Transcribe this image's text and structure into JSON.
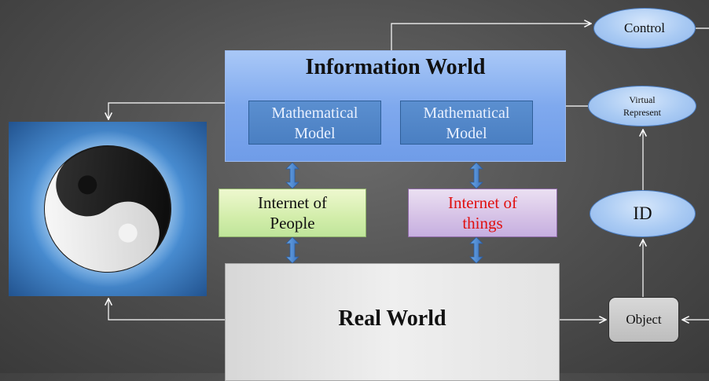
{
  "diagram": {
    "information_world": {
      "title": "Information World",
      "models": [
        "Mathematical\nModel",
        "Mathematical\nModel"
      ]
    },
    "internet_of_people": "Internet of\nPeople",
    "internet_of_things": "Internet of\nthings",
    "real_world": "Real World",
    "control": "Control",
    "virtual_represent": "Virtual\nRepresent",
    "id": "ID",
    "object": "Object",
    "colors": {
      "info_world": "#7fa9ee",
      "math_model": "#4a7fc2",
      "iop": "#d2edaa",
      "iot": "#d5c1e6",
      "iot_text": "#e01010",
      "ellipse": "#a9caf3",
      "line": "#ffffff"
    },
    "icons": [
      "yin-yang-icon"
    ]
  }
}
